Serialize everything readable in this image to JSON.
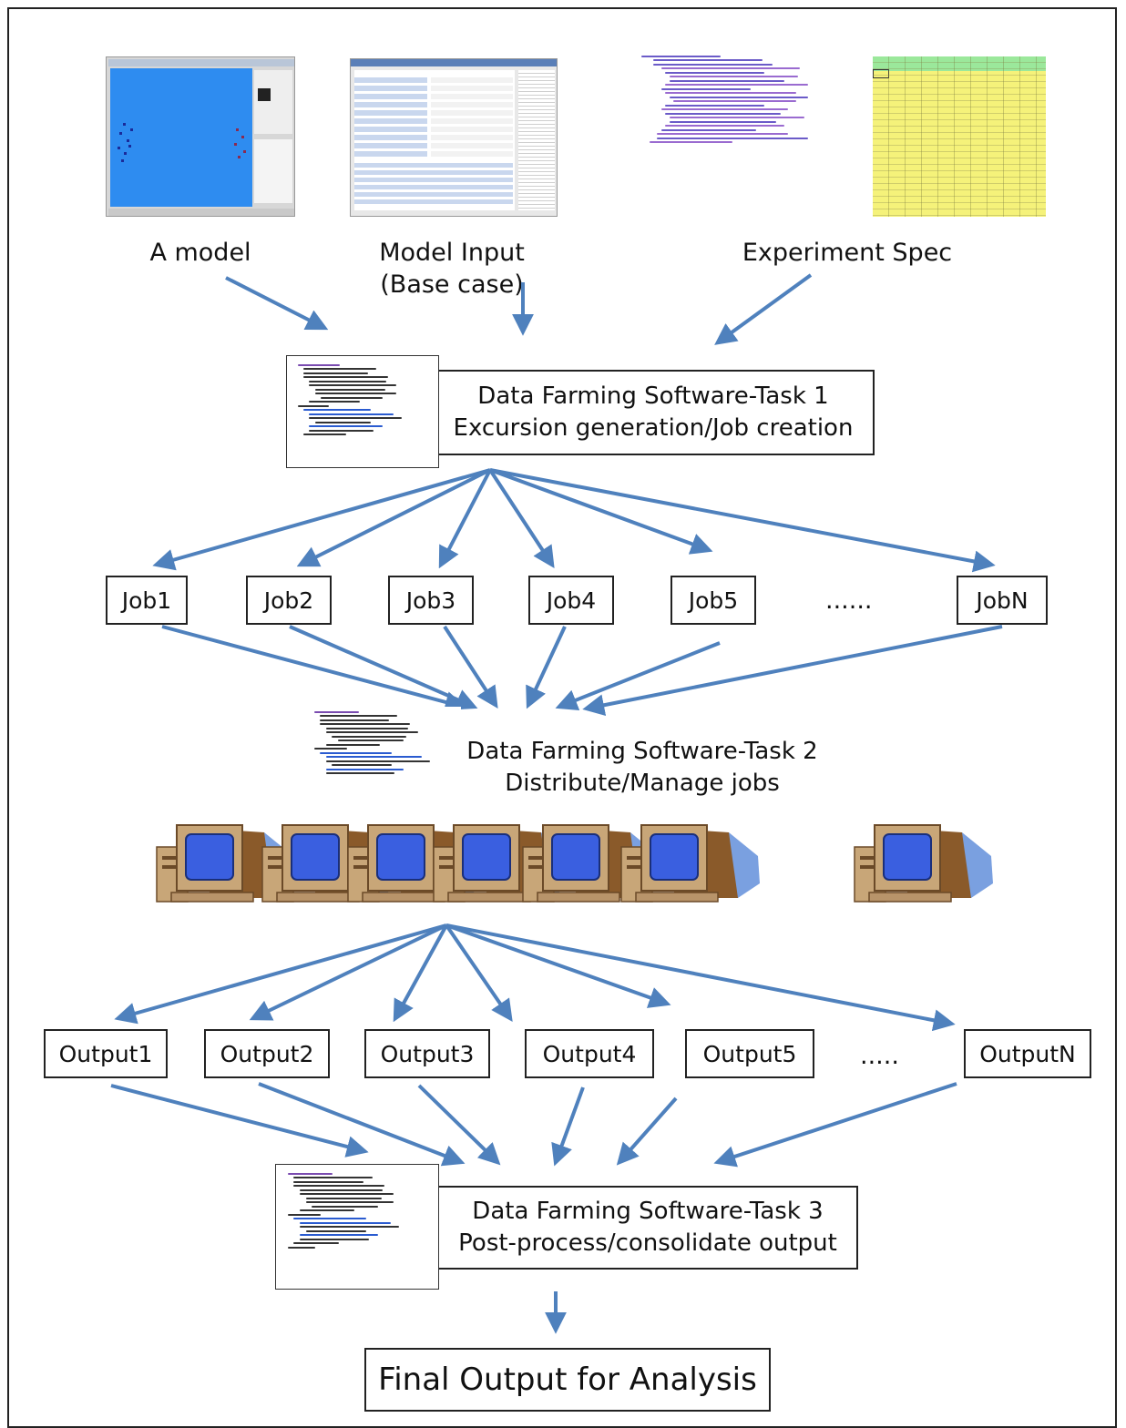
{
  "inputs": {
    "model_label": "A model",
    "input_label_line1": "Model Input",
    "input_label_line2": "(Base case)",
    "spec_label": "Experiment Spec"
  },
  "task1": {
    "line1": "Data Farming Software-Task 1",
    "line2": "Excursion generation/Job creation"
  },
  "jobs": [
    "Job1",
    "Job2",
    "Job3",
    "Job4",
    "Job5",
    "JobN"
  ],
  "jobs_ellipsis": "......",
  "task2": {
    "line1": "Data Farming Software-Task 2",
    "line2": "Distribute/Manage jobs"
  },
  "outputs": [
    "Output1",
    "Output2",
    "Output3",
    "Output4",
    "Output5",
    "OutputN"
  ],
  "outputs_ellipsis": ".....",
  "task3": {
    "line1": "Data Farming Software-Task 3",
    "line2": "Post-process/consolidate output"
  },
  "final": "Final Output for Analysis",
  "colors": {
    "arrow": "#4f81bd",
    "model_background": "#2e8cf0",
    "spreadsheet_yellow": "#f5f27a",
    "spreadsheet_green": "#9be89b",
    "monitor_screen": "#3a5fe0",
    "computer_case": "#b8946a"
  }
}
